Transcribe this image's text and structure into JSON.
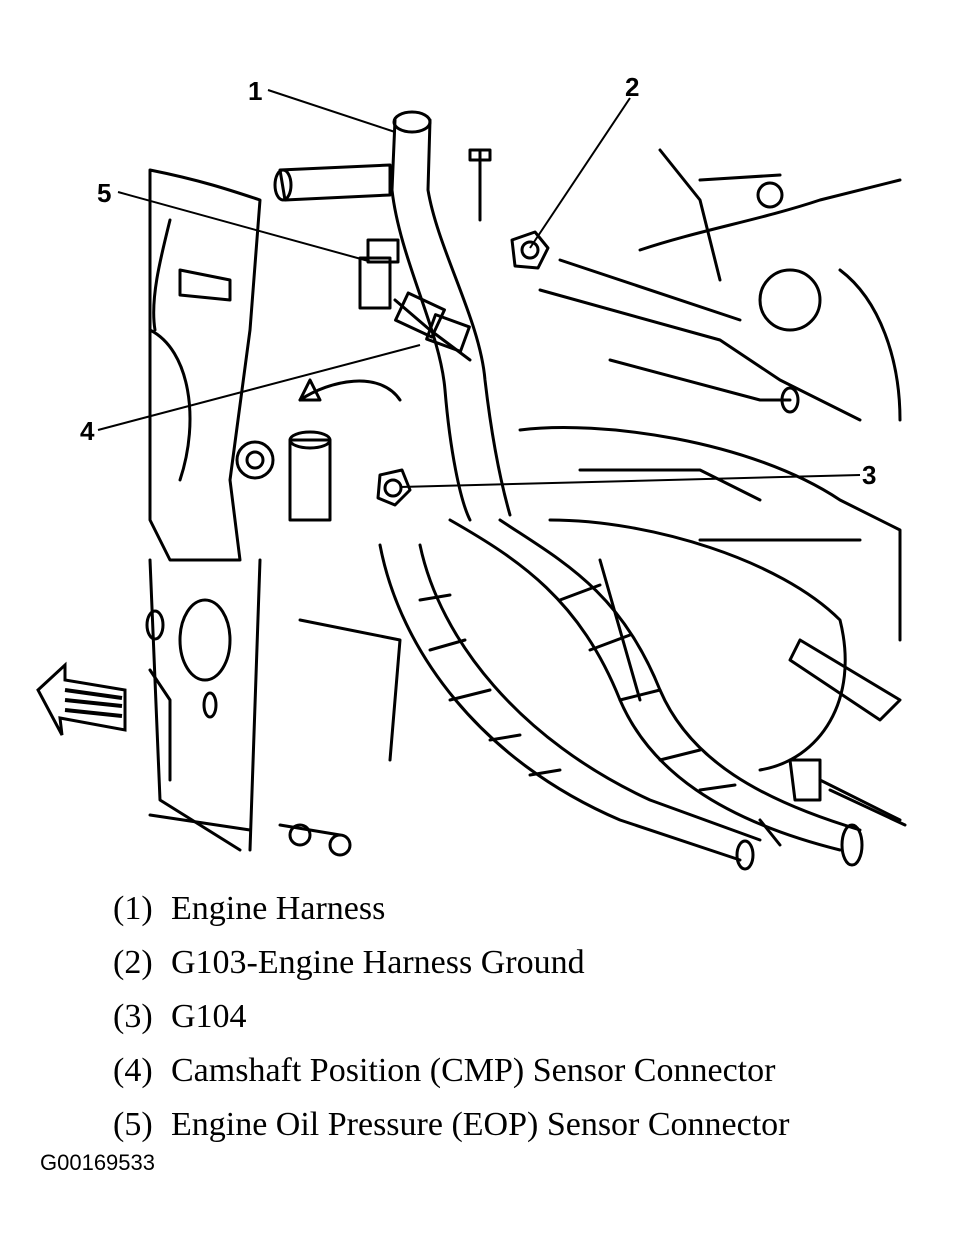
{
  "callouts": [
    {
      "number": "1"
    },
    {
      "number": "2"
    },
    {
      "number": "3"
    },
    {
      "number": "4"
    },
    {
      "number": "5"
    }
  ],
  "legend": [
    {
      "key": "(1)",
      "text": "Engine Harness"
    },
    {
      "key": "(2)",
      "text": "G103-Engine Harness Ground"
    },
    {
      "key": "(3)",
      "text": "G104"
    },
    {
      "key": "(4)",
      "text": "Camshaft Position (CMP) Sensor Connector"
    },
    {
      "key": "(5)",
      "text": "Engine Oil Pressure (EOP) Sensor Connector"
    }
  ],
  "figure_id": "G00169533",
  "colors": {
    "ink": "#000000",
    "paper": "#ffffff"
  },
  "icons": [
    "front-direction-arrow-icon"
  ]
}
